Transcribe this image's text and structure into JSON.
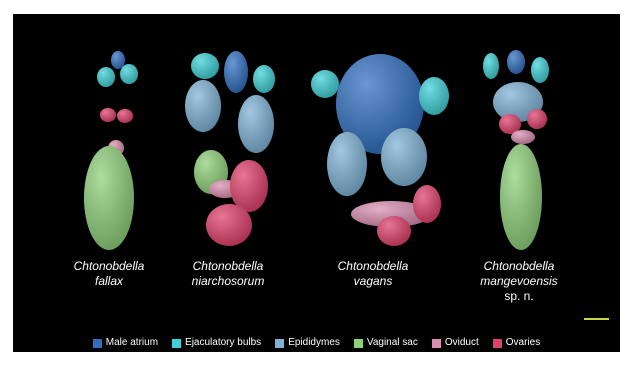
{
  "colors": {
    "male_atrium": "#2f6fc0",
    "ejaculatory_bulbs": "#3ed0d6",
    "epididymes": "#7fb3d6",
    "vaginal_sac": "#8fd17a",
    "oviduct": "#d98fb0",
    "ovaries": "#e0406c",
    "scale_bar": "#c8d640"
  },
  "species": [
    {
      "genus": "Chtonobdella",
      "epithet": "fallax",
      "suffix": ""
    },
    {
      "genus": "Chtonobdella",
      "epithet": "niarchosorum",
      "suffix": ""
    },
    {
      "genus": "Chtonobdella",
      "epithet": "vagans",
      "suffix": ""
    },
    {
      "genus": "Chtonobdella",
      "epithet": "mangevoensis",
      "suffix": "sp. n."
    }
  ],
  "legend": [
    {
      "label": "Male atrium",
      "color": "#2f6fc0"
    },
    {
      "label": "Ejaculatory bulbs",
      "color": "#3ed0d6"
    },
    {
      "label": "Epididymes",
      "color": "#7fb3d6"
    },
    {
      "label": "Vaginal sac",
      "color": "#8fd17a"
    },
    {
      "label": "Oviduct",
      "color": "#d98fb0"
    },
    {
      "label": "Ovaries",
      "color": "#e0406c"
    }
  ]
}
